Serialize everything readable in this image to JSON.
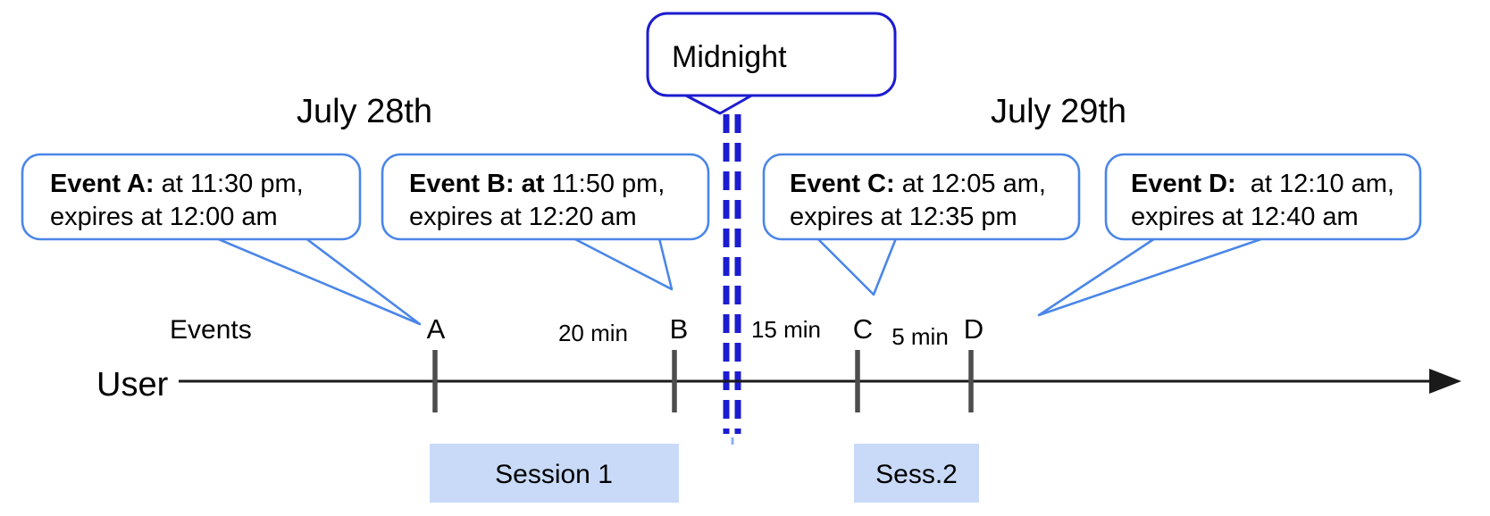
{
  "dates": {
    "left": "July 28th",
    "right": "July 29th"
  },
  "midnight": {
    "label": "Midnight"
  },
  "event_callouts": [
    {
      "id": "A",
      "title_bold": "Event A:",
      "title_rest": " at 11:30 pm,",
      "subtitle": "expires at 12:00 am"
    },
    {
      "id": "B",
      "title_bold": "Event B: at",
      "title_rest": " 11:50 pm,",
      "subtitle": "expires at 12:20 am"
    },
    {
      "id": "C",
      "title_bold": "Event C:",
      "title_rest": " at 12:05 am,",
      "subtitle": "expires at 12:35 pm"
    },
    {
      "id": "D",
      "title_bold": "Event D:",
      "title_rest": "  at 12:10 am,",
      "subtitle": "expires at 12:40 am"
    }
  ],
  "timeline": {
    "events_row_label": "Events",
    "user_row_label": "User",
    "tick_labels": [
      "A",
      "B",
      "C",
      "D"
    ],
    "intervals": [
      "20 min",
      "15 min",
      "5 min"
    ]
  },
  "sessions": [
    "Session 1",
    "Sess.2"
  ],
  "colors": {
    "callout_border": "#4a86e8",
    "midnight_blue": "#1c1cd0",
    "dash_remnant": "#8ab1f2",
    "session_fill": "#c9daf8",
    "tick_gray": "#4d4d4d"
  }
}
